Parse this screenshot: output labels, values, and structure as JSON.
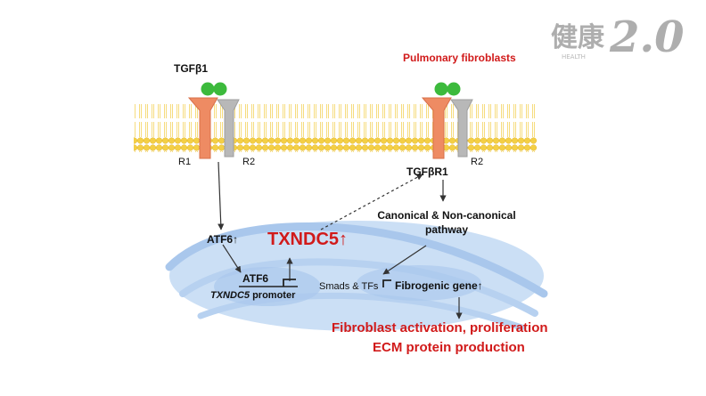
{
  "labels": {
    "tgfb1": "TGFβ1",
    "pulmonary_fibroblasts": "Pulmonary fibroblasts",
    "r1_left": "R1",
    "r2_left": "R2",
    "r2_right": "R2",
    "tgfbr1": "TGFβR1",
    "canonical_line1": "Canonical & Non-canonical",
    "canonical_line2": "pathway",
    "atf6_up": "ATF6↑",
    "txndc5_up": "TXNDC5↑",
    "atf6": "ATF6",
    "txndc5_italic": "TXNDC5",
    "promoter": " promoter",
    "smads": "Smads & TFs",
    "fibrogenic": "Fibrogenic gene↑",
    "result_line1": "Fibroblast activation, proliferation",
    "result_line2": "ECM protein production"
  },
  "logo": {
    "chinese": "健康",
    "number": "2.0",
    "small": "HEALTH"
  },
  "colors": {
    "receptor_r1": "#ee8b63",
    "receptor_r2": "#b8b8b8",
    "ligand": "#3cba3c",
    "membrane_head": "#f5d24a",
    "membrane_tail": "#fbe9a6",
    "nucleus": "#aecbee",
    "accent_red": "#d11a1a",
    "logo_gray": "#9a9a9a"
  }
}
